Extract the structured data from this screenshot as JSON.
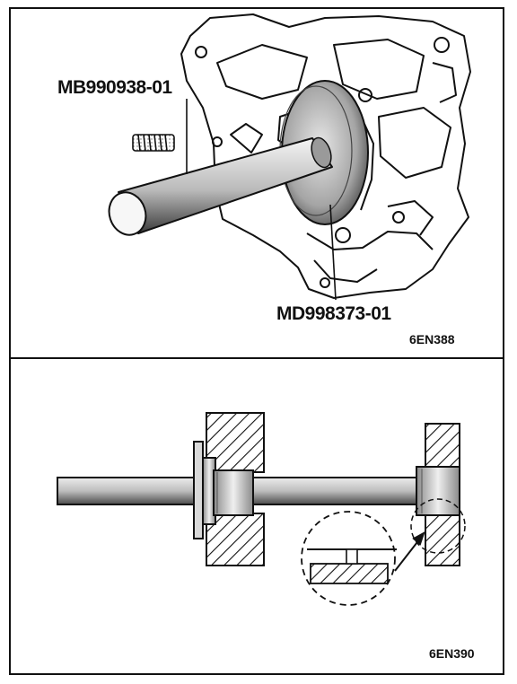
{
  "top_panel": {
    "labels": {
      "upper_part": "MB990938-01",
      "lower_part": "MD998373-01",
      "figure_code": "6EN388"
    }
  },
  "bottom_panel": {
    "labels": {
      "figure_code": "6EN390"
    }
  }
}
